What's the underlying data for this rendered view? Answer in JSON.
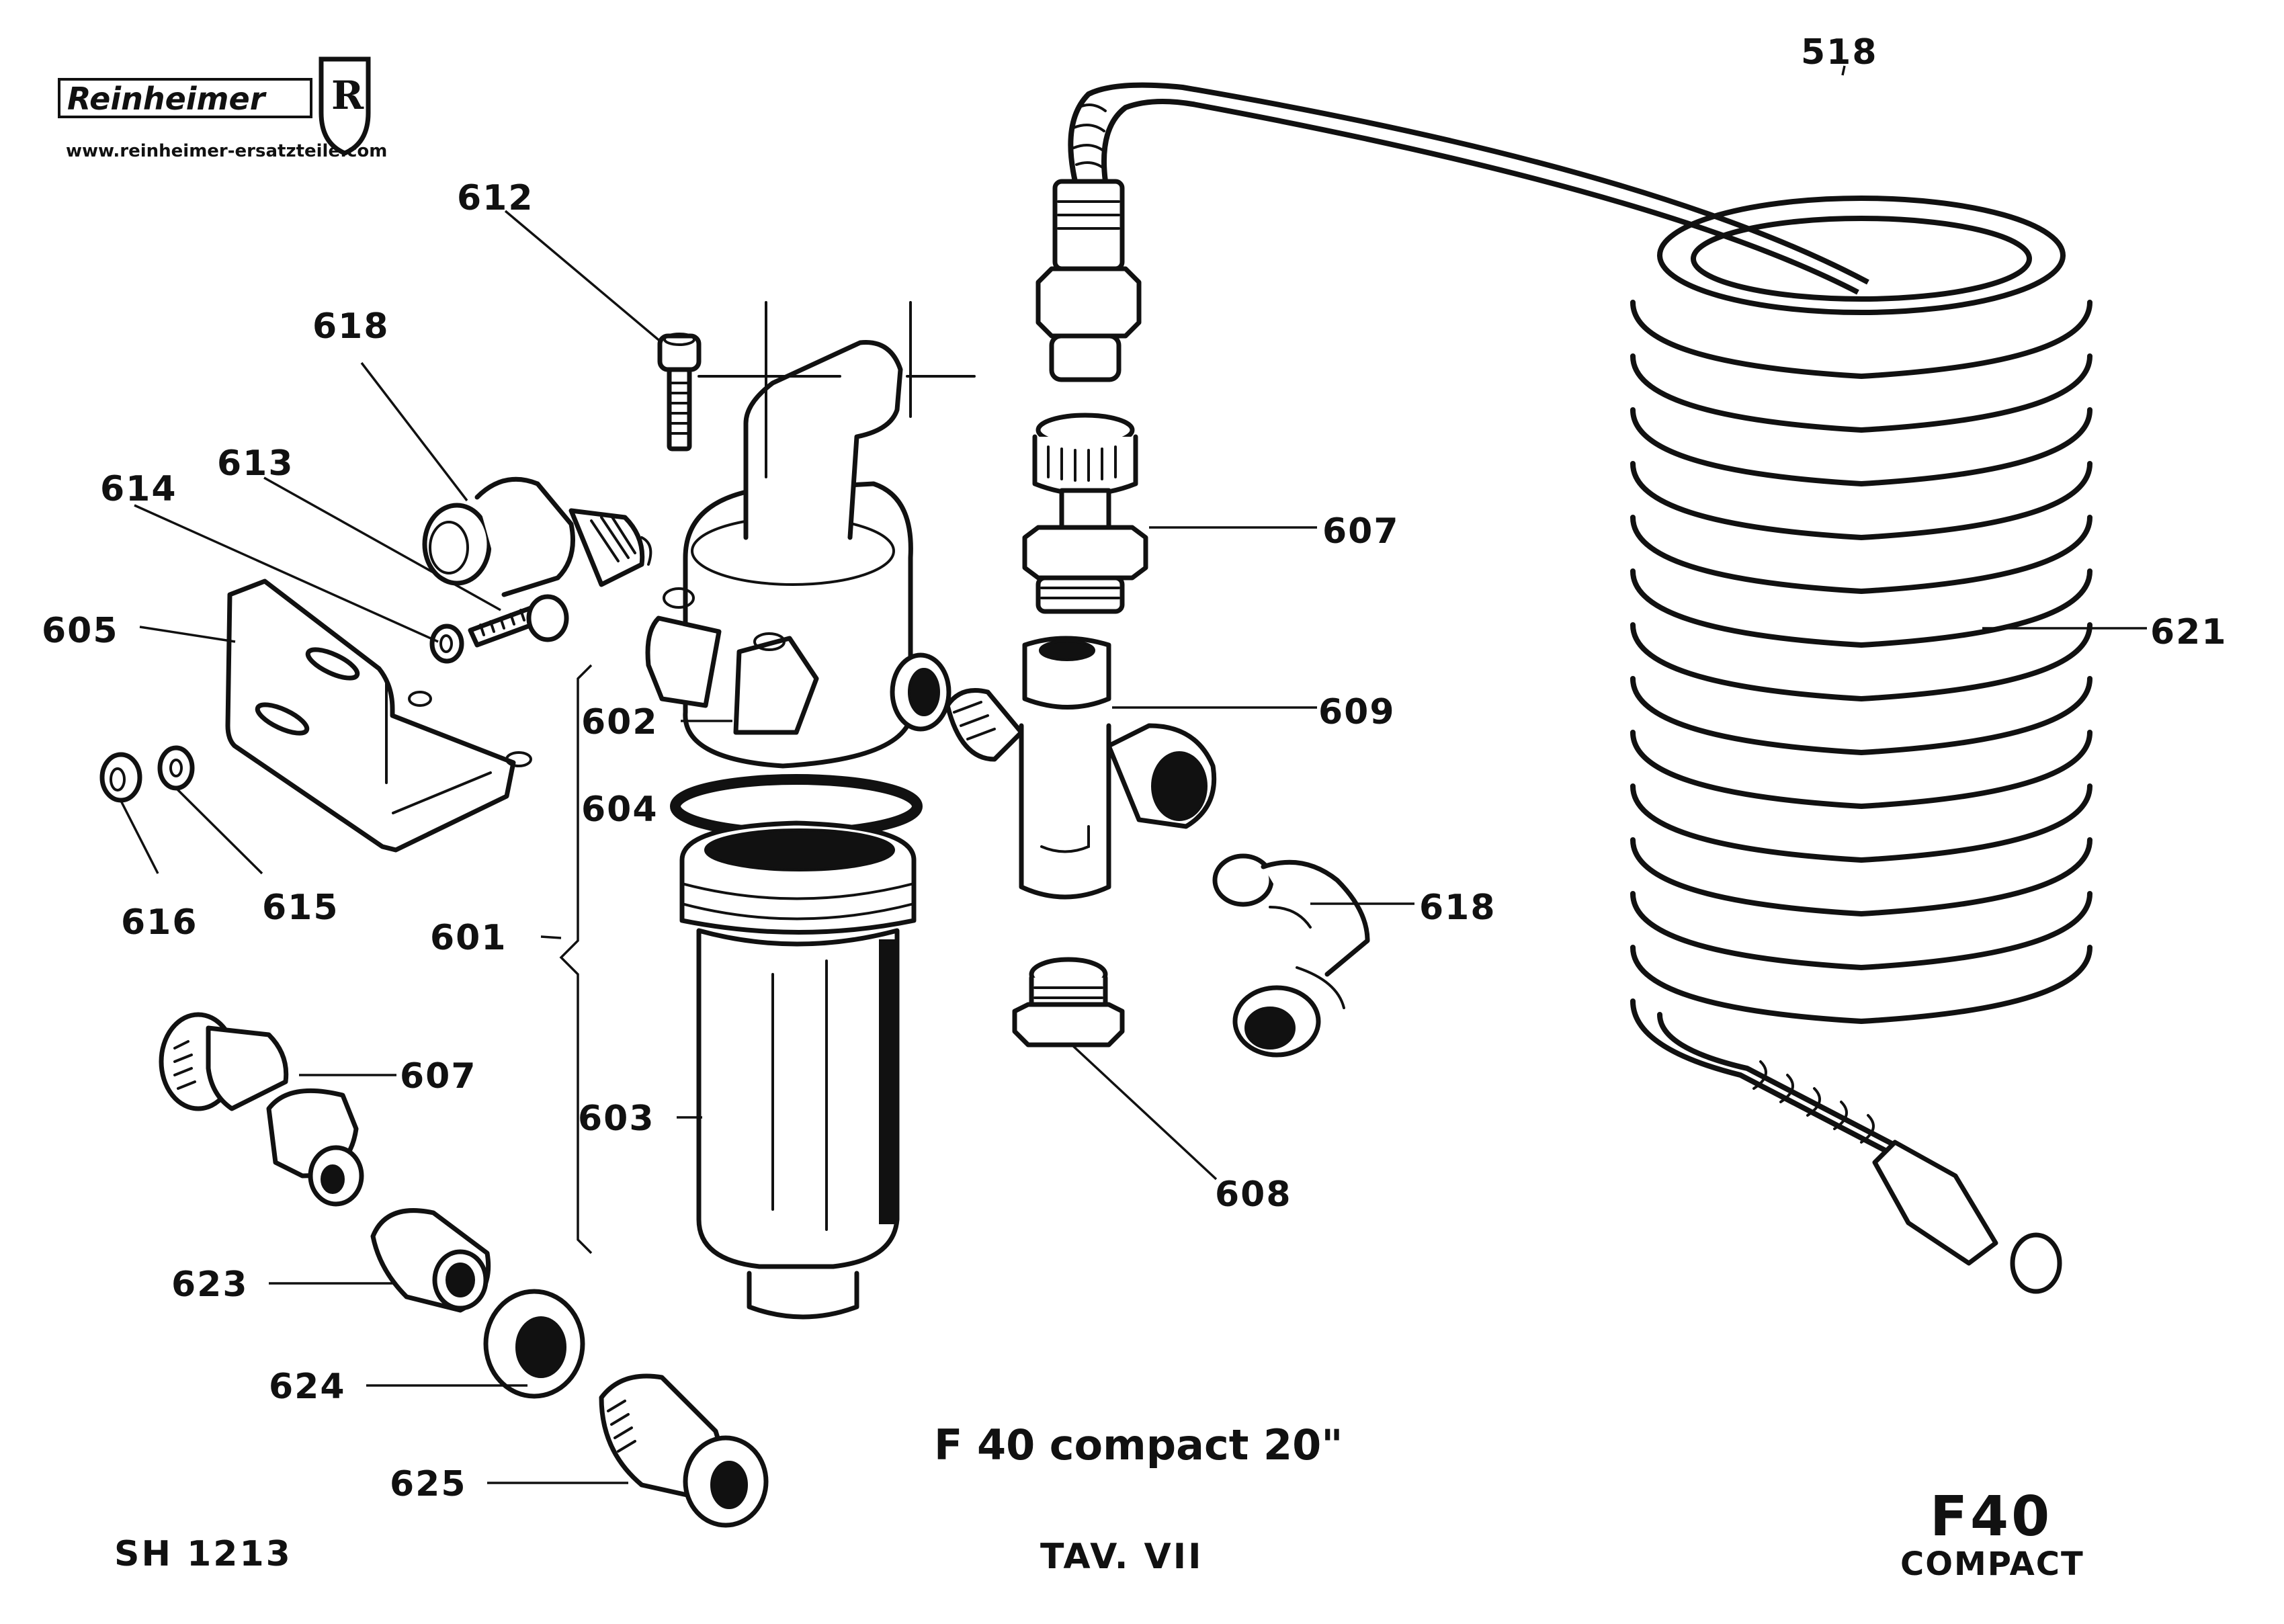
{
  "logo": {
    "brand_name": "Reinheimer",
    "emblem_letter": "R",
    "website": "www.reinheimer-ersatzteile.com"
  },
  "callouts": {
    "c518": "518",
    "c612": "612",
    "c618_top": "618",
    "c613": "613",
    "c614": "614",
    "c605": "605",
    "c602": "602",
    "c604": "604",
    "c601": "601",
    "c616": "616",
    "c615": "615",
    "c607_right": "607",
    "c609": "609",
    "c618_right": "618",
    "c608": "608",
    "c621": "621",
    "c607_left": "607",
    "c603": "603",
    "c623": "623",
    "c624": "624",
    "c625": "625"
  },
  "parts": [
    {
      "number": "518",
      "description": "hose assembly"
    },
    {
      "number": "601",
      "description": "filter assembly (602–604)"
    },
    {
      "number": "602",
      "description": "filter head"
    },
    {
      "number": "603",
      "description": "filter bowl"
    },
    {
      "number": "604",
      "description": "o-ring"
    },
    {
      "number": "605",
      "description": "mounting bracket"
    },
    {
      "number": "607",
      "description": "quick coupling"
    },
    {
      "number": "608",
      "description": "reducer nipple"
    },
    {
      "number": "609",
      "description": "tee fitting"
    },
    {
      "number": "612",
      "description": "socket head screw"
    },
    {
      "number": "613",
      "description": "hex bolt"
    },
    {
      "number": "614",
      "description": "washer"
    },
    {
      "number": "615",
      "description": "washer"
    },
    {
      "number": "616",
      "description": "nut"
    },
    {
      "number": "618",
      "description": "elbow fitting"
    },
    {
      "number": "621",
      "description": "coiled hose"
    },
    {
      "number": "623",
      "description": "nipple"
    },
    {
      "number": "624",
      "description": "nut"
    },
    {
      "number": "625",
      "description": "nipple"
    }
  ],
  "footer": {
    "sheet_code": "SH 1213",
    "model_title": "F 40 compact 20\"",
    "plate": "TAV. VII",
    "model_badge_main": "F40",
    "model_badge_sub": "COMPACT"
  },
  "colors": {
    "ink": "#111111",
    "paper": "#ffffff"
  }
}
